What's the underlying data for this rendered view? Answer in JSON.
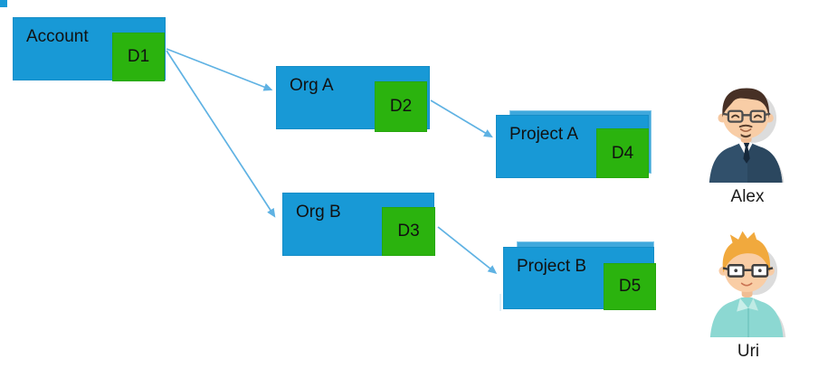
{
  "diagram": {
    "nodes": [
      {
        "id": "account",
        "label": "Account",
        "badge": "D1"
      },
      {
        "id": "org-a",
        "label": "Org A",
        "badge": "D2"
      },
      {
        "id": "org-b",
        "label": "Org B",
        "badge": "D3"
      },
      {
        "id": "project-a",
        "label": "Project A",
        "badge": "D4"
      },
      {
        "id": "project-b",
        "label": "Project B",
        "badge": "D5"
      }
    ],
    "edges": [
      {
        "from": "Account",
        "to": "Org A"
      },
      {
        "from": "Account",
        "to": "Org B"
      },
      {
        "from": "Org A",
        "to": "Project A"
      },
      {
        "from": "Org B",
        "to": "Project B"
      }
    ],
    "colors": {
      "node_fill": "#1899D6",
      "node_shadow_fill": "#3FA8DC",
      "badge_fill": "#2BB30E",
      "arrow": "#5FB2E3",
      "text": "#111111"
    }
  },
  "users": [
    {
      "name": "Alex"
    },
    {
      "name": "Uri"
    }
  ]
}
